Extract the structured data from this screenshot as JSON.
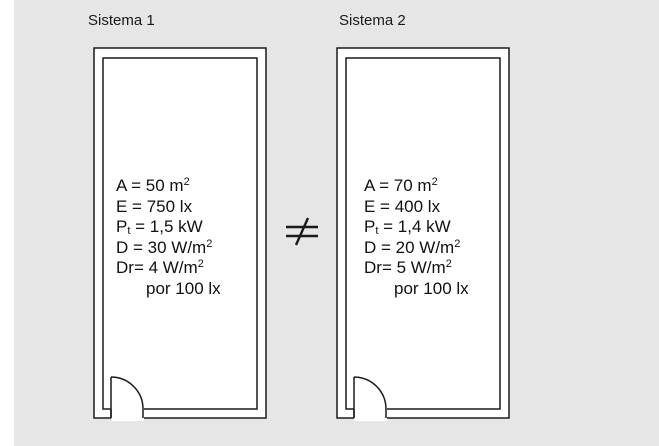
{
  "systems": [
    {
      "title": "Sistema 1",
      "area_prefix": "A = 50 m",
      "area_exp": "2",
      "illuminance": "E = 750 lx",
      "power_symbol": "P",
      "power_sub": "t",
      "power_value": " = 1,5 kW",
      "density_prefix": "D = 30 W/m",
      "density_exp": "2",
      "density_ref_prefix": "Dr= 4 W/m",
      "density_ref_exp": "2",
      "density_ref_suffix": "por 100 lx"
    },
    {
      "title": "Sistema 2",
      "area_prefix": "A = 70 m",
      "area_exp": "2",
      "illuminance": "E = 400 lx",
      "power_symbol": "P",
      "power_sub": "t",
      "power_value": " = 1,4 kW",
      "density_prefix": "D = 20 W/m",
      "density_exp": "2",
      "density_ref_prefix": "Dr= 5 W/m",
      "density_ref_exp": "2",
      "density_ref_suffix": "por 100 lx"
    }
  ],
  "comparison_symbol": "not-equal",
  "colors": {
    "background": "#e6e6e7",
    "wall": "#ffffff",
    "line": "#1a1a1a"
  }
}
